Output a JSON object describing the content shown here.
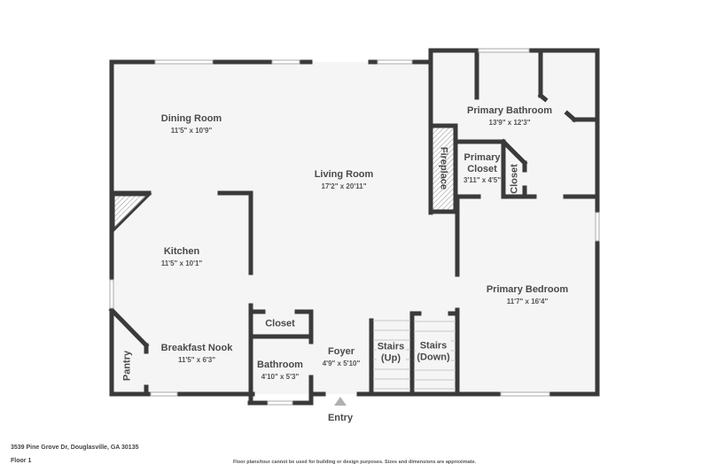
{
  "floorplan": {
    "address": "3539 Pine Grove Dr, Douglasville, GA 30135",
    "floor": "Floor 1",
    "disclaimer": "Floor plans/tour cannot be used for building or design purposes. Sizes and dimensions are approximate.",
    "entry_label": "Entry",
    "colors": {
      "wall": "#3a3a3a",
      "floor": "#f5f5f5",
      "text": "#4a4a4a",
      "entry_arrow": "#b0b0b0"
    },
    "rooms": [
      {
        "id": "dining-room",
        "name": "Dining Room",
        "dims": "11'5\" x 10'9\""
      },
      {
        "id": "living-room",
        "name": "Living Room",
        "dims": "17'2\" x 20'11\""
      },
      {
        "id": "primary-bathroom",
        "name": "Primary Bathroom",
        "dims": "13'9\" x 12'3\""
      },
      {
        "id": "fireplace",
        "name": "Fireplace",
        "dims": ""
      },
      {
        "id": "primary-closet",
        "name": "Primary Closet",
        "name_line1": "Primary",
        "name_line2": "Closet",
        "dims": "3'11\" x 4'5\""
      },
      {
        "id": "closet-small",
        "name": "Closet",
        "dims": ""
      },
      {
        "id": "kitchen",
        "name": "Kitchen",
        "dims": "11'5\" x 10'1\""
      },
      {
        "id": "primary-bedroom",
        "name": "Primary Bedroom",
        "dims": "11'7\" x 16'4\""
      },
      {
        "id": "closet-hall",
        "name": "Closet",
        "dims": ""
      },
      {
        "id": "breakfast-nook",
        "name": "Breakfast Nook",
        "dims": "11'5\" x 6'3\""
      },
      {
        "id": "pantry",
        "name": "Pantry",
        "dims": ""
      },
      {
        "id": "bathroom",
        "name": "Bathroom",
        "dims": "4'10\" x 5'3\""
      },
      {
        "id": "foyer",
        "name": "Foyer",
        "dims": "4'9\" x 5'10\""
      },
      {
        "id": "stairs-up",
        "name": "Stairs (Up)",
        "name_line1": "Stairs",
        "name_line2": "(Up)",
        "dims": ""
      },
      {
        "id": "stairs-down",
        "name": "Stairs (Down)",
        "name_line1": "Stairs",
        "name_line2": "(Down)",
        "dims": ""
      }
    ]
  }
}
